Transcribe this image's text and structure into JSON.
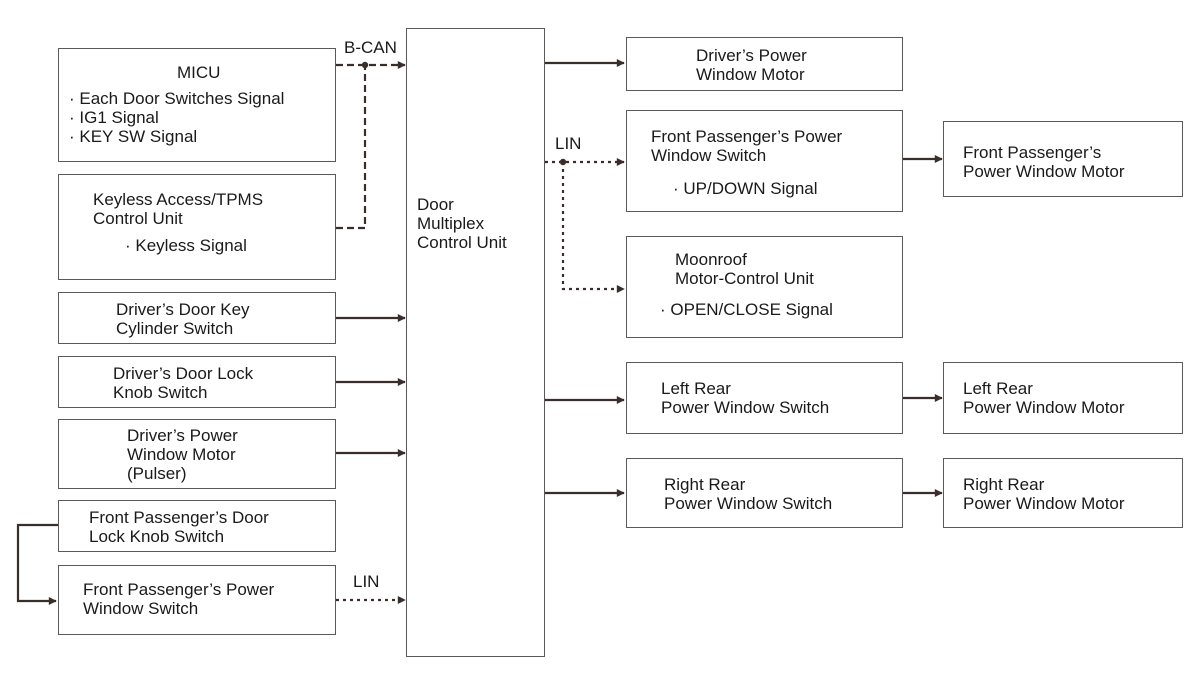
{
  "left_blocks": {
    "micu": {
      "title": "MICU",
      "items": [
        "· Each Door Switches Signal",
        "· IG1 Signal",
        "· KEY SW Signal"
      ]
    },
    "keyless": {
      "line1": "Keyless Access/TPMS",
      "line2": "Control Unit",
      "signal": "· Keyless Signal"
    },
    "key_cylinder": {
      "line1": "Driver’s Door Key",
      "line2": "Cylinder Switch"
    },
    "lock_knob": {
      "line1": "Driver’s Door Lock",
      "line2": "Knob Switch"
    },
    "pulser": {
      "line1": "Driver’s Power",
      "line2": "Window Motor",
      "line3": "(Pulser)"
    },
    "fp_lock_knob": {
      "line1": "Front Passenger’s Door",
      "line2": "Lock Knob Switch"
    },
    "fp_switch": {
      "line1": "Front Passenger’s Power",
      "line2": "Window Switch"
    }
  },
  "center": {
    "line1": "Door",
    "line2": "Multiplex",
    "line3": "Control Unit"
  },
  "right_blocks": {
    "drv_motor": {
      "line1": "Driver’s Power",
      "line2": "Window Motor"
    },
    "fp_switch": {
      "line1": "Front Passenger’s Power",
      "line2": "Window Switch",
      "signal": "· UP/DOWN Signal"
    },
    "moonroof": {
      "line1": "Moonroof",
      "line2": "Motor-Control Unit",
      "signal": "· OPEN/CLOSE Signal"
    },
    "lr_switch": {
      "line1": "Left Rear",
      "line2": "Power Window Switch"
    },
    "rr_switch": {
      "line1": "Right Rear",
      "line2": "Power Window Switch"
    }
  },
  "far_right_blocks": {
    "fp_motor": {
      "line1": "Front Passenger’s",
      "line2": "Power Window Motor"
    },
    "lr_motor": {
      "line1": "Left Rear",
      "line2": "Power Window Motor"
    },
    "rr_motor": {
      "line1": "Right Rear",
      "line2": "Power Window Motor"
    }
  },
  "bus_labels": {
    "bcan": "B-CAN",
    "lin_right": "LIN",
    "lin_bottom": "LIN"
  }
}
